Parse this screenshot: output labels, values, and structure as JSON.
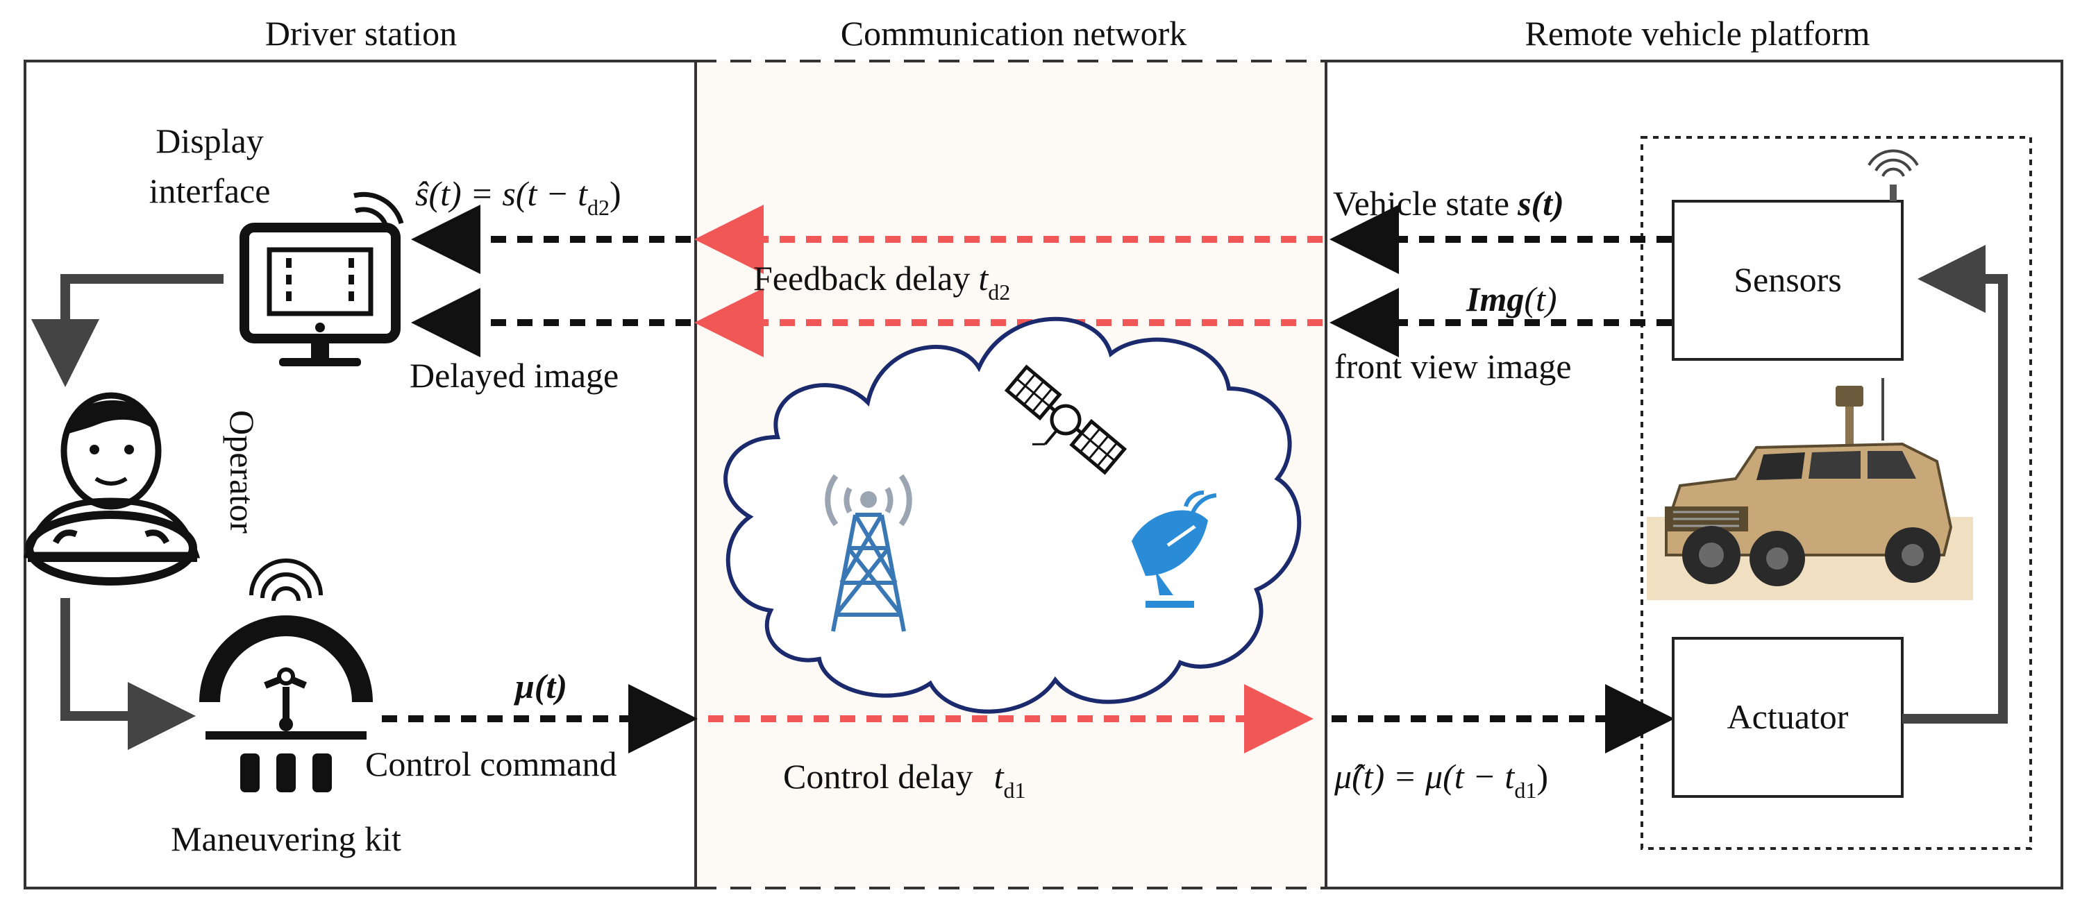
{
  "sections": {
    "driver": "Driver station",
    "network": "Communication network",
    "remote": "Remote vehicle platform"
  },
  "labels": {
    "display_interface_line1": "Display",
    "display_interface_line2": "interface",
    "operator": "Operator",
    "maneuvering_kit": "Maneuvering kit",
    "control_command": "Control command",
    "delayed_image": "Delayed image",
    "feedback_delay": "Feedback delay",
    "control_delay": "Control delay",
    "vehicle_state": "Vehicle state",
    "front_view_image": "front view image",
    "sensors": "Sensors",
    "actuator": "Actuator"
  },
  "math": {
    "s_hat_eq": "ŝ(t) = s(t − t",
    "s_hat_sub": "d2",
    "s_of_t": "s(t)",
    "img_of_t": "Img",
    "img_arg": "(t)",
    "mu_of_t": "μ(t)",
    "mu_hat_eq": "μ̂(t) = μ(t − t",
    "mu_hat_sub": "d1",
    "t_symbol": "t",
    "td2_sub": "d2",
    "td1_sub": "d1",
    "close_paren": ")"
  },
  "colors": {
    "black_arrow": "#111111",
    "red_arrow": "#f25757",
    "network_bg": "#fdf9f5",
    "cloud_stroke": "#1a2a6c",
    "tower": "#3a78b5",
    "dish": "#2a8cd6",
    "flow_gray": "#444444",
    "vehicle": "#c8a878"
  }
}
